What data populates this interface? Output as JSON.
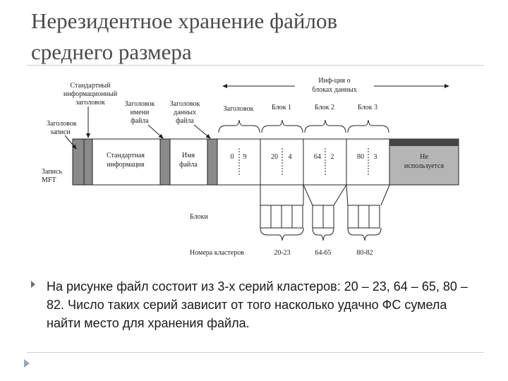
{
  "title": {
    "line1": "Нерезидентное хранение файлов",
    "line2": "среднего размера"
  },
  "diagram": {
    "labels": {
      "std_header": [
        "Стандартный",
        "информационный",
        "заголовок"
      ],
      "record_header": [
        "Заголовок",
        "записи"
      ],
      "name_header": [
        "Заголовок",
        "имени",
        "файла"
      ],
      "data_header": [
        "Заголовок",
        "данных",
        "файла"
      ],
      "info_blocks": [
        "Инф-ция о",
        "блоках данных"
      ],
      "col_header": "Заголовок",
      "block1": "Блок 1",
      "block2": "Блок 2",
      "block3": "Блок 3",
      "mft_record": [
        "Запись",
        "MFT"
      ],
      "std_info": [
        "Стандартная",
        "информация"
      ],
      "file_name": [
        "Имя",
        "файла"
      ],
      "unused": [
        "Не",
        "используется"
      ],
      "blocks": "Блоки",
      "cluster_numbers": "Номера кластеров"
    },
    "cells": [
      {
        "a": "0",
        "b": "9"
      },
      {
        "a": "20",
        "b": "4"
      },
      {
        "a": "64",
        "b": "2"
      },
      {
        "a": "80",
        "b": "3"
      }
    ],
    "cluster_groups": [
      {
        "clusters": 4,
        "range": "20-23"
      },
      {
        "clusters": 2,
        "range": "64-65"
      },
      {
        "clusters": 3,
        "range": "80-82"
      }
    ]
  },
  "bullet": {
    "text": "На рисунке файл состоит из 3-х серий кластеров: 20 – 23, 64 – 65, 80 – 82. Число таких серий зависит от того насколько удачно ФС сумела найти место для хранения файла."
  },
  "colors": {
    "title": "#4a4a4a",
    "header_fill": "#8a8a8a",
    "unused_fill": "#b5b5b5",
    "rule": "#cfcfcf",
    "bullet": "#6d6d6d"
  }
}
